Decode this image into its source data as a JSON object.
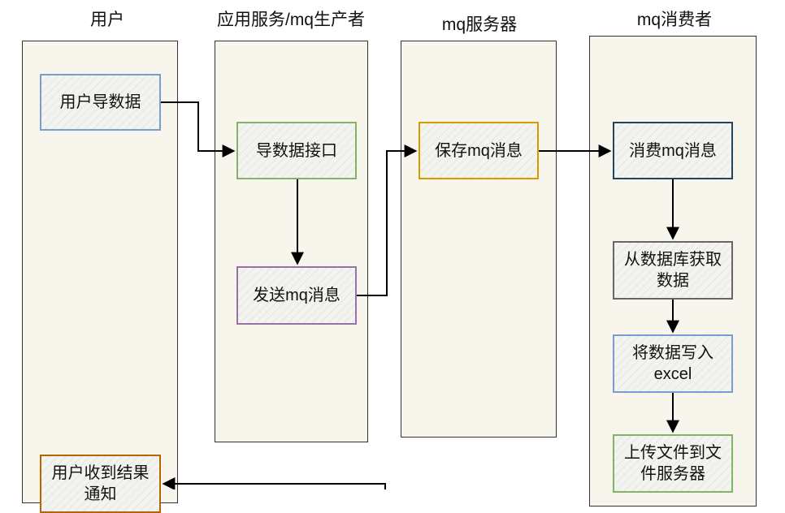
{
  "lanes": [
    {
      "title": "用户"
    },
    {
      "title": "应用服务/mq生产者"
    },
    {
      "title": "mq服务器"
    },
    {
      "title": "mq消费者"
    }
  ],
  "nodes": {
    "user_export": "用户导数据",
    "export_api": "导数据接口",
    "send_mq": "发送mq消息",
    "store_mq": "保存mq消息",
    "consume_mq": "消费mq消息",
    "fetch_db": "从数据库获取数据",
    "write_excel": "将数据写入excel",
    "upload_file": "上传文件到文件服务器",
    "user_notified": "用户收到结果通知"
  },
  "colors": {
    "lane_fill": "#f8f5ec",
    "blue": "#7c9bd0",
    "green": "#82b366",
    "purple": "#9673a6",
    "orange": "#d79b00",
    "navy": "#23445d",
    "gray": "#666666",
    "brown": "#b46504"
  }
}
